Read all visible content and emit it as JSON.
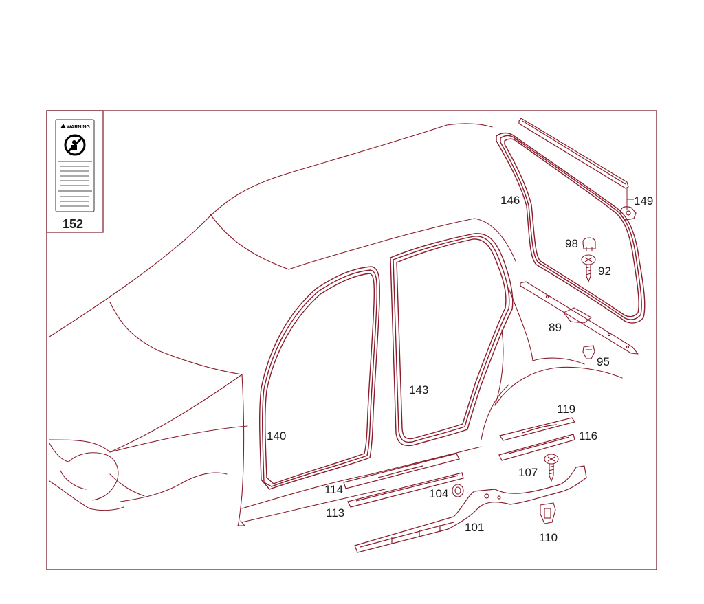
{
  "colors": {
    "line": "#8a1c2b",
    "frame": "#7a1a28",
    "text": "#1a1a1a"
  },
  "inset": {
    "warning_text": "WARNING",
    "part_number": "152",
    "icon": "no-child-seat-icon"
  },
  "callouts": [
    {
      "id": "149",
      "label": "149"
    },
    {
      "id": "146",
      "label": "146"
    },
    {
      "id": "98",
      "label": "98"
    },
    {
      "id": "92",
      "label": "92"
    },
    {
      "id": "89",
      "label": "89"
    },
    {
      "id": "95",
      "label": "95"
    },
    {
      "id": "143",
      "label": "143"
    },
    {
      "id": "140",
      "label": "140"
    },
    {
      "id": "119",
      "label": "119"
    },
    {
      "id": "116",
      "label": "116"
    },
    {
      "id": "107",
      "label": "107"
    },
    {
      "id": "104",
      "label": "104"
    },
    {
      "id": "114",
      "label": "114"
    },
    {
      "id": "113",
      "label": "113"
    },
    {
      "id": "101",
      "label": "101"
    },
    {
      "id": "110",
      "label": "110"
    }
  ]
}
